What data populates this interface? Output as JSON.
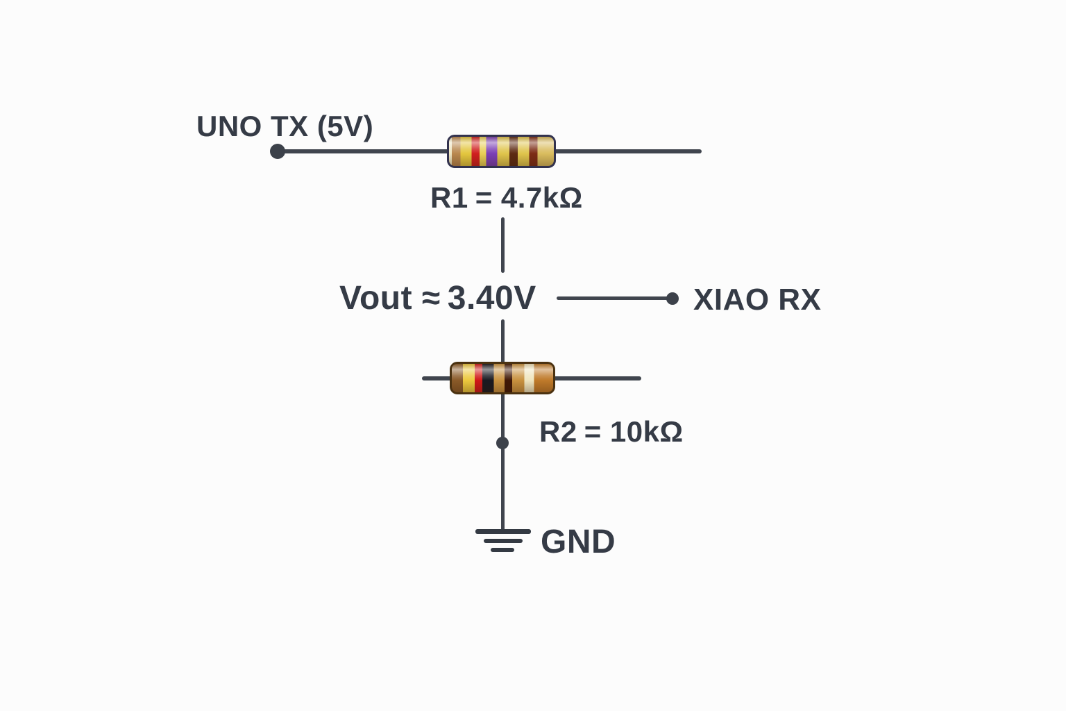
{
  "canvas": {
    "background": "#fcfcfc",
    "ink_color": "#353b46",
    "wire_color": "#40454e"
  },
  "circuit": {
    "source_label": "UNO TX (5V)",
    "output_label": "XIAO RX",
    "ground_label": "GND",
    "vout": {
      "prefix": "Vout ≈",
      "value": "3.40V"
    },
    "r1": {
      "label_name": "R1",
      "label_value": "= 4.7kΩ",
      "outline": "#32324e",
      "bands": [
        {
          "c": "#ede4c0",
          "w": 0.025
        },
        {
          "c": "#b8874e",
          "w": 0.085
        },
        {
          "c": "#e3c63e",
          "w": 0.105
        },
        {
          "c": "#d01f1f",
          "w": 0.075
        },
        {
          "c": "#e8cf55",
          "w": 0.065
        },
        {
          "c": "#7b3fb5",
          "w": 0.105
        },
        {
          "c": "#dfc44c",
          "w": 0.115
        },
        {
          "c": "#5d2a12",
          "w": 0.08
        },
        {
          "c": "#dfc44c",
          "w": 0.11
        },
        {
          "c": "#7c2c15",
          "w": 0.08
        },
        {
          "c": "#d9bc5e",
          "w": 0.155
        }
      ]
    },
    "r2": {
      "label_name": "R2",
      "label_value": "= 10kΩ",
      "outline": "#4a3110",
      "bands": [
        {
          "c": "#8a5a28",
          "w": 0.11
        },
        {
          "c": "#ecc83e",
          "w": 0.115
        },
        {
          "c": "#d01818",
          "w": 0.075
        },
        {
          "c": "#191921",
          "w": 0.115
        },
        {
          "c": "#c8913f",
          "w": 0.105
        },
        {
          "c": "#401806",
          "w": 0.075
        },
        {
          "c": "#c8913f",
          "w": 0.12
        },
        {
          "c": "#efe5bf",
          "w": 0.095
        },
        {
          "c": "#bf7a2a",
          "w": 0.19
        }
      ]
    }
  }
}
